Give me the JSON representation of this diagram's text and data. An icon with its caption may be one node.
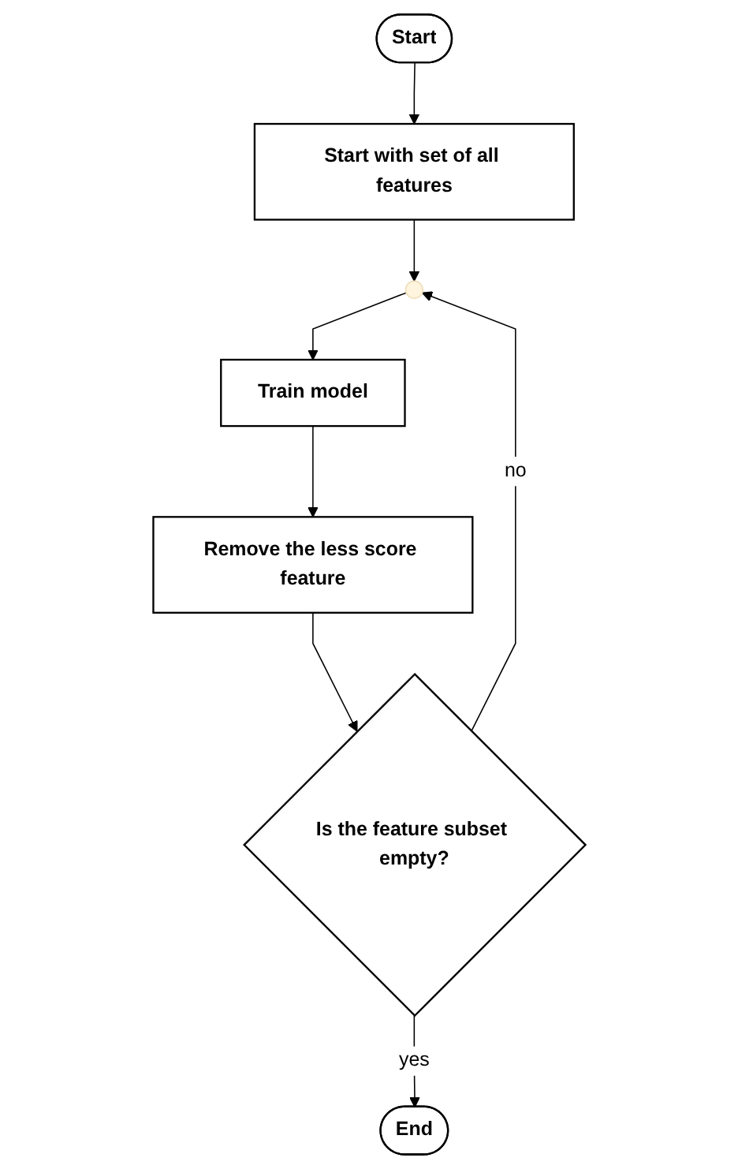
{
  "diagram": {
    "nodes": [
      {
        "text": [
          "Start"
        ]
      },
      {
        "text": [
          "Start with set of all features"
        ]
      },
      {
        "text": [],
        "shape": "circle"
      },
      {
        "text": [
          "Train model"
        ]
      },
      {
        "text": [
          "Remove the less score feature"
        ]
      },
      {
        "text": [
          "Is the feature subset empty?"
        ]
      },
      {
        "text": [
          "End"
        ]
      }
    ],
    "edges": [
      {
        "from": 0,
        "to": 1,
        "arrow": "to"
      },
      {
        "from": 1,
        "to": 2,
        "arrow": "to"
      },
      {
        "from": 2,
        "to": 3,
        "arrow": "to"
      },
      {
        "from": 3,
        "to": 4,
        "arrow": "to"
      },
      {
        "from": 4,
        "to": 5,
        "arrow": "to"
      },
      {
        "from": 5,
        "to": 2,
        "arrow": "to",
        "label": "no"
      },
      {
        "from": 5,
        "to": 6,
        "arrow": "to",
        "label": "yes"
      }
    ]
  }
}
